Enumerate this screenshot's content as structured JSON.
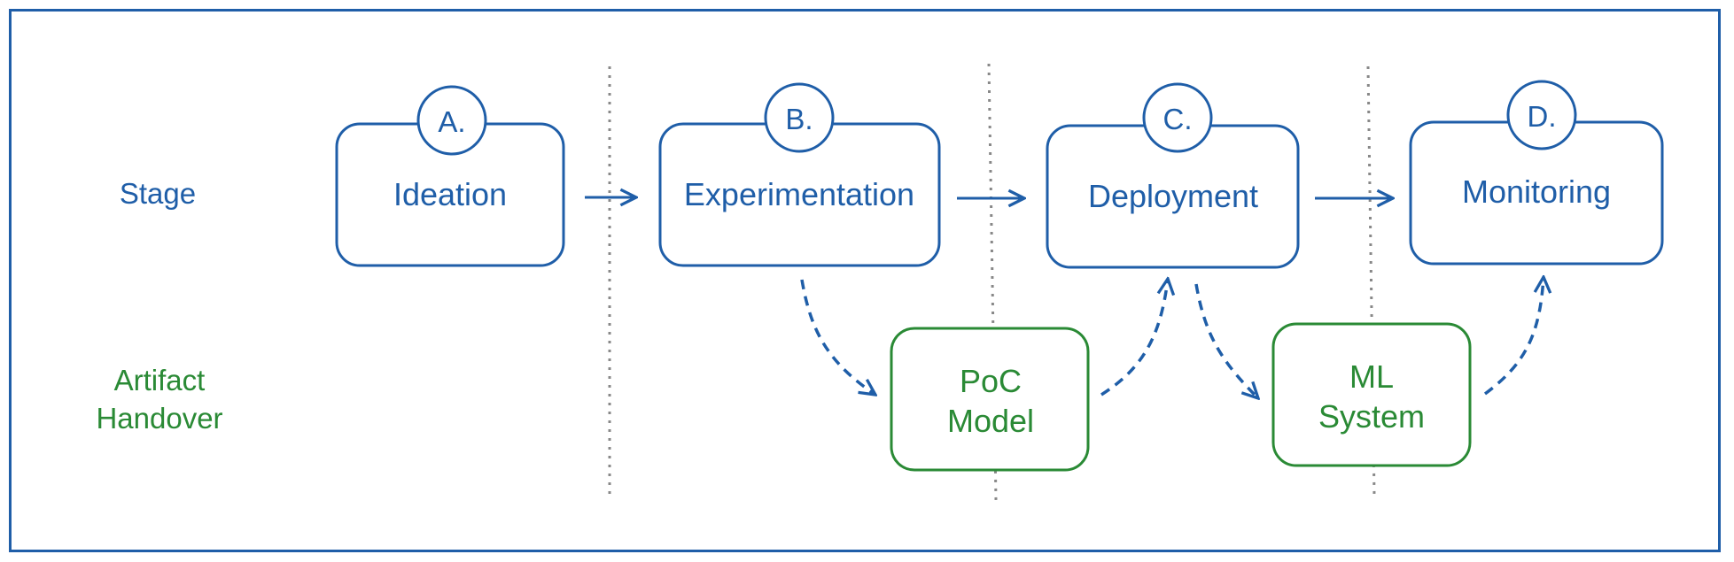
{
  "row_labels": {
    "stage": "Stage",
    "artifact_line1": "Artifact",
    "artifact_line2": "Handover"
  },
  "stages": [
    {
      "badge": "A.",
      "label": "Ideation"
    },
    {
      "badge": "B.",
      "label": "Experimentation"
    },
    {
      "badge": "C.",
      "label": "Deployment"
    },
    {
      "badge": "D.",
      "label": "Monitoring"
    }
  ],
  "artifacts": [
    {
      "line1": "PoC",
      "line2": "Model"
    },
    {
      "line1": "ML",
      "line2": "System"
    }
  ],
  "colors": {
    "stage": "#1f5ea8",
    "artifact": "#2a8a35",
    "divider": "#888888"
  }
}
